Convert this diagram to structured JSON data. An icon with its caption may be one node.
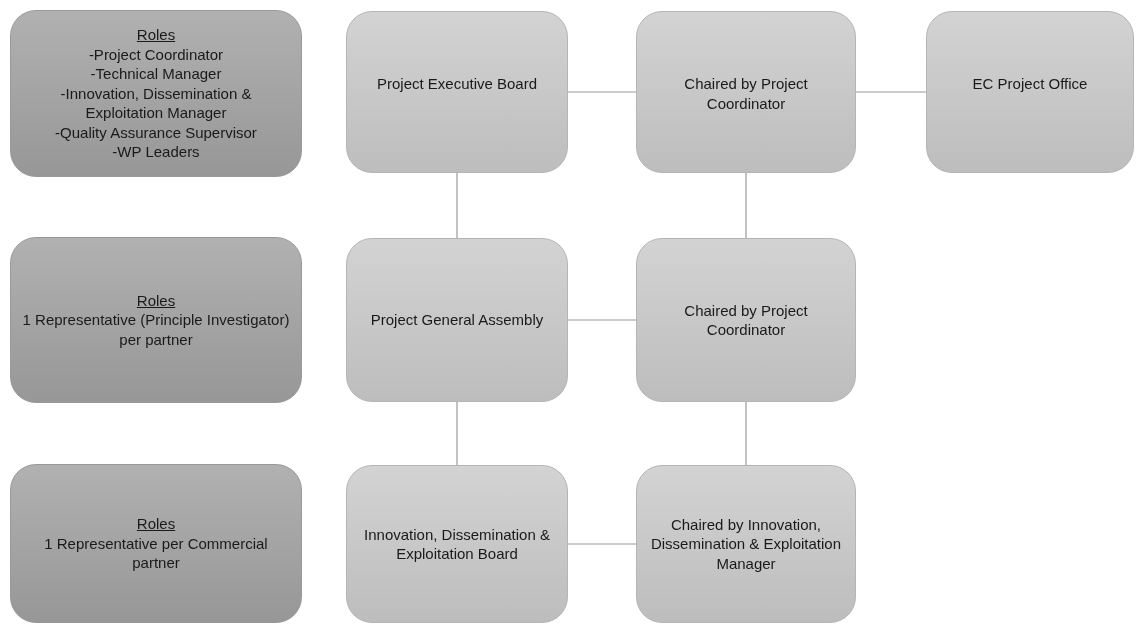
{
  "diagram": {
    "nodes": [
      {
        "text": [
          "Roles",
          "-Project Coordinator",
          "-Technical Manager",
          "-Innovation, Dissemination & Exploitation Manager",
          "-Quality Assurance Supervisor",
          "-WP Leaders"
        ]
      },
      {
        "text": [
          "Project Executive Board"
        ]
      },
      {
        "text": [
          "Chaired by Project Coordinator"
        ]
      },
      {
        "text": [
          "EC Project Office"
        ]
      },
      {
        "text": [
          "Roles",
          "1 Representative (Principle Investigator) per partner"
        ]
      },
      {
        "text": [
          "Project General Assembly"
        ]
      },
      {
        "text": [
          "Chaired by Project Coordinator"
        ]
      },
      {
        "text": [
          "Roles",
          "1 Representative per Commercial partner"
        ]
      },
      {
        "text": [
          "Innovation, Dissemination & Exploitation Board"
        ]
      },
      {
        "text": [
          "Chaired by Innovation, Dissemination & Exploitation Manager"
        ]
      }
    ],
    "edges": [
      {
        "from": 1,
        "to": 2,
        "arrow": "none"
      },
      {
        "from": 2,
        "to": 3,
        "arrow": "none"
      },
      {
        "from": 1,
        "to": 5,
        "arrow": "none"
      },
      {
        "from": 2,
        "to": 6,
        "arrow": "none"
      },
      {
        "from": 5,
        "to": 6,
        "arrow": "none"
      },
      {
        "from": 5,
        "to": 8,
        "arrow": "none"
      },
      {
        "from": 6,
        "to": 9,
        "arrow": "none"
      },
      {
        "from": 8,
        "to": 9,
        "arrow": "none"
      }
    ]
  }
}
